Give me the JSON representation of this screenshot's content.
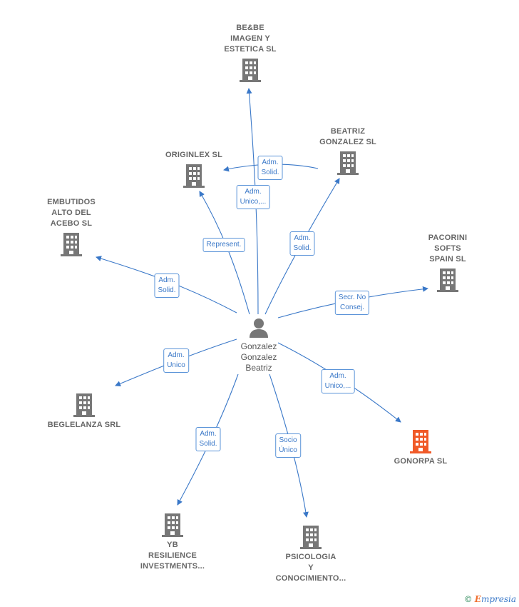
{
  "colors": {
    "node": "#777777",
    "highlight": "#f05a28",
    "edge": "#3a78c8"
  },
  "center": {
    "name": "Gonzalez\nGonzalez\nBeatriz",
    "icon": "person-icon"
  },
  "companies": [
    {
      "id": "bebe",
      "name": "BE&BE\nIMAGEN Y\nESTETICA  SL",
      "icon": "building-icon"
    },
    {
      "id": "originlex",
      "name": "ORIGINLEX  SL",
      "icon": "building-icon"
    },
    {
      "id": "beatriz",
      "name": "BEATRIZ\nGONZALEZ  SL",
      "icon": "building-icon"
    },
    {
      "id": "embutidos",
      "name": "EMBUTIDOS\nALTO DEL\nACEBO SL",
      "icon": "building-icon"
    },
    {
      "id": "pacorini",
      "name": "PACORINI\nSOFTS\nSPAIN  SL",
      "icon": "building-icon"
    },
    {
      "id": "beglelanza",
      "name": "BEGLELANZA SRL",
      "icon": "building-icon"
    },
    {
      "id": "gonorpa",
      "name": "GONORPA  SL",
      "icon": "building-icon",
      "highlight": true
    },
    {
      "id": "yb",
      "name": "YB\nRESILIENCE\nINVESTMENTS...",
      "icon": "building-icon"
    },
    {
      "id": "psicologia",
      "name": "PSICOLOGIA\nY\nCONOCIMIENTO...",
      "icon": "building-icon"
    }
  ],
  "roles": [
    {
      "target": "bebe",
      "label": "Adm.\nUnico,..."
    },
    {
      "target": "originlex",
      "label": "Represent."
    },
    {
      "target": "beatriz_originlex",
      "label": "Adm.\nSolid."
    },
    {
      "target": "beatriz",
      "label": "Adm.\nSolid."
    },
    {
      "target": "embutidos",
      "label": "Adm.\nSolid."
    },
    {
      "target": "pacorini",
      "label": "Secr.  No\nConsej."
    },
    {
      "target": "beglelanza",
      "label": "Adm.\nUnico"
    },
    {
      "target": "gonorpa",
      "label": "Adm.\nUnico,..."
    },
    {
      "target": "yb",
      "label": "Adm.\nSolid."
    },
    {
      "target": "psicologia",
      "label": "Socio\nÚnico"
    }
  ],
  "brand": {
    "copyright": "©",
    "name_initial": "E",
    "name_rest": "mpresia"
  }
}
